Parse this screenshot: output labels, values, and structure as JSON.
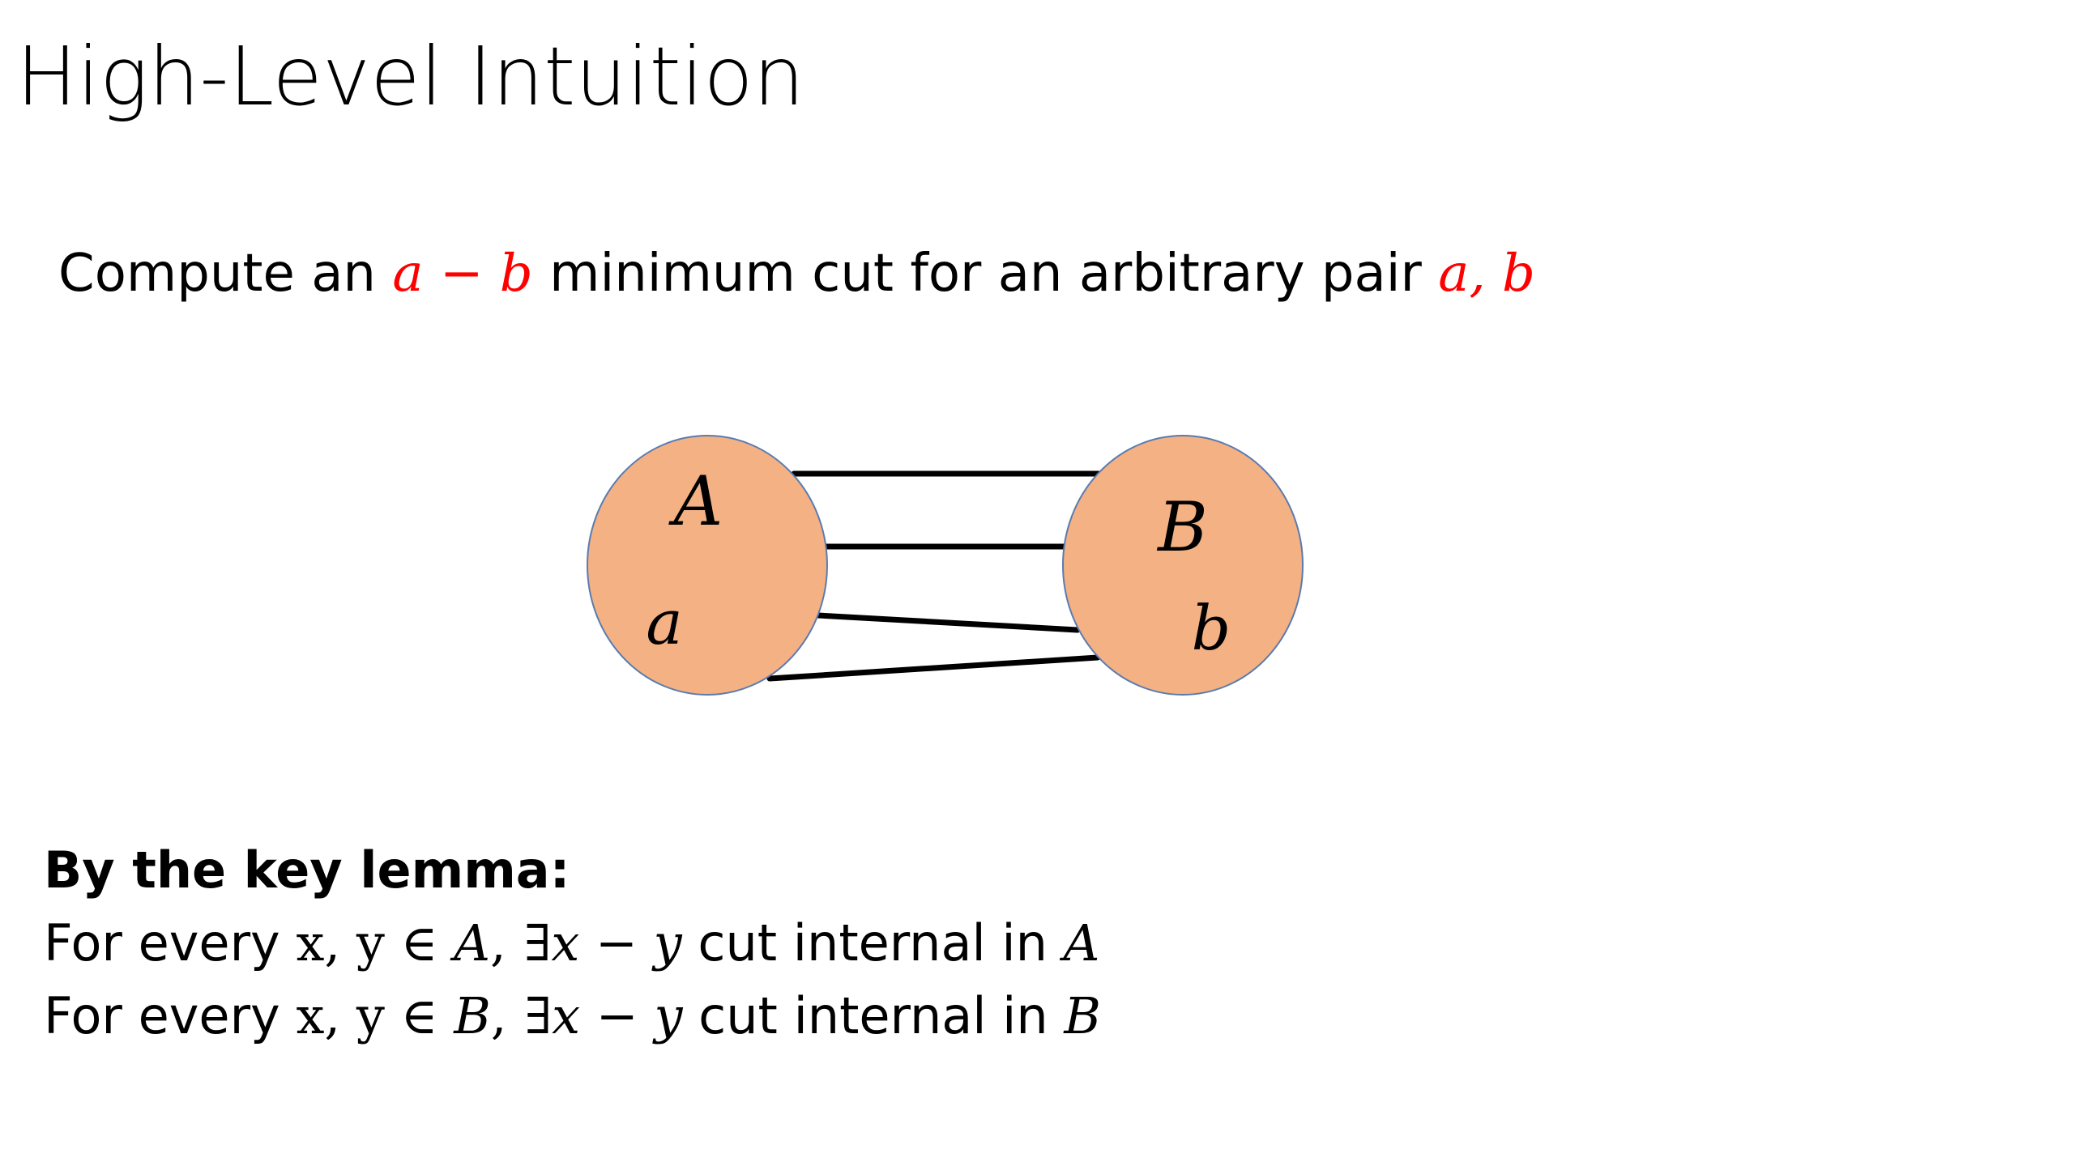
{
  "slide": {
    "title": "High-Level Intuition"
  },
  "statement": {
    "prefix": "Compute an ",
    "math_pair": "a − b",
    "middle": " minimum cut for an arbitrary pair ",
    "math_vars": "a, b"
  },
  "diagram": {
    "set_a_label": "A",
    "node_a_label": "a",
    "set_b_label": "B",
    "node_b_label": "b",
    "fill_color": "#f4b183",
    "stroke_color": "#5a7bb0",
    "edge_color": "#000000",
    "edge_count": 4
  },
  "lemma": {
    "heading": "By the key lemma:",
    "line1": {
      "prefix": "For every ",
      "vars": "x, y",
      "member": " ∈ ",
      "set": "A",
      "comma": ",",
      "exists": "∃",
      "cut": "x − y",
      "suffix": " cut internal in ",
      "set_end": "A"
    },
    "line2": {
      "prefix": "For every ",
      "vars": "x, y",
      "member": " ∈ ",
      "set": "B",
      "comma": ",",
      "exists": "∃",
      "cut": "x − y",
      "suffix": " cut internal in ",
      "set_end": "B"
    }
  }
}
